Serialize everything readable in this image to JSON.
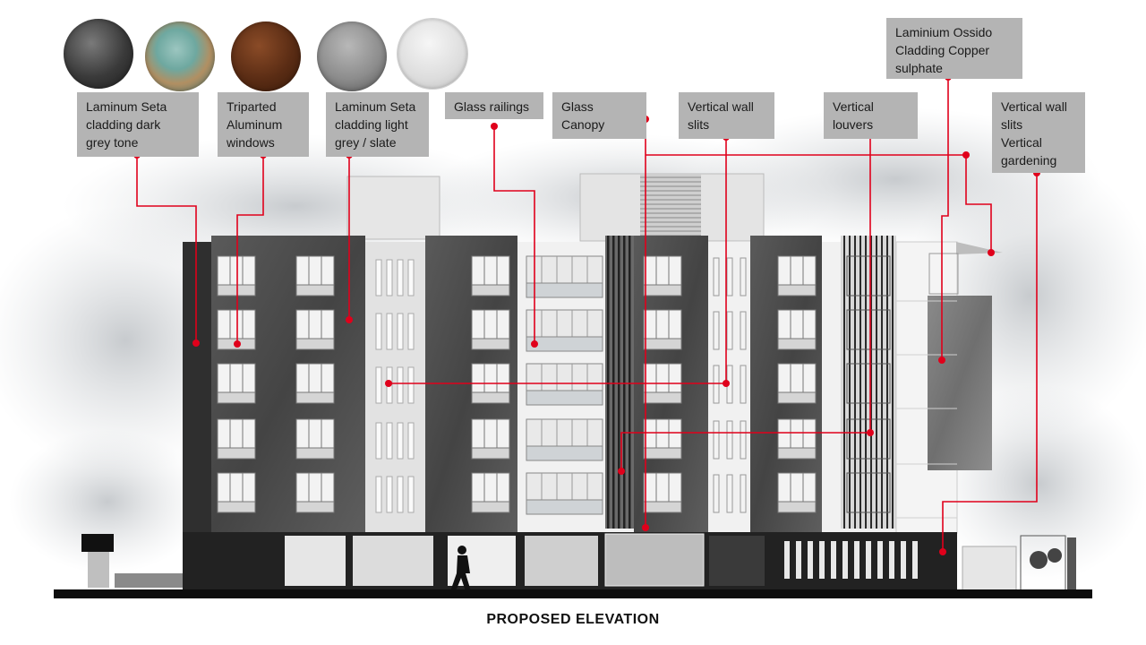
{
  "swatches": [
    {
      "name": "dark-grey-cladding-swatch",
      "color": "#3a3a3a"
    },
    {
      "name": "copper-sulphate-swatch",
      "color": "#6ea8a0"
    },
    {
      "name": "copper-brown-swatch",
      "color": "#5a2c14"
    },
    {
      "name": "light-grey-slate-swatch",
      "color": "#8d8d8d"
    },
    {
      "name": "white-swatch",
      "color": "#dddddd"
    }
  ],
  "labels": [
    {
      "text": "Laminum Seta\ncladding dark\ngrey tone"
    },
    {
      "text": "Triparted\nAluminum\nwindows"
    },
    {
      "text": "Laminum Seta\ncladding light\ngrey / slate"
    },
    {
      "text": "Glass railings"
    },
    {
      "text": "Glass\nCanopy"
    },
    {
      "text": "Vertical wall\nslits"
    },
    {
      "text": "Vertical\nlouvers"
    },
    {
      "text": "Laminium Ossido\nCladding Copper\nsulphate"
    },
    {
      "text": "Vertical wall\nslits\nVertical\ngardening"
    }
  ],
  "caption": "PROPOSED  ELEVATION",
  "colors": {
    "leader": "#e0001b",
    "label_bg": "#b4b4b4",
    "dark_cladding": "#4a4a4a",
    "light_cladding": "#d9d9d9",
    "ground": "#111111"
  }
}
